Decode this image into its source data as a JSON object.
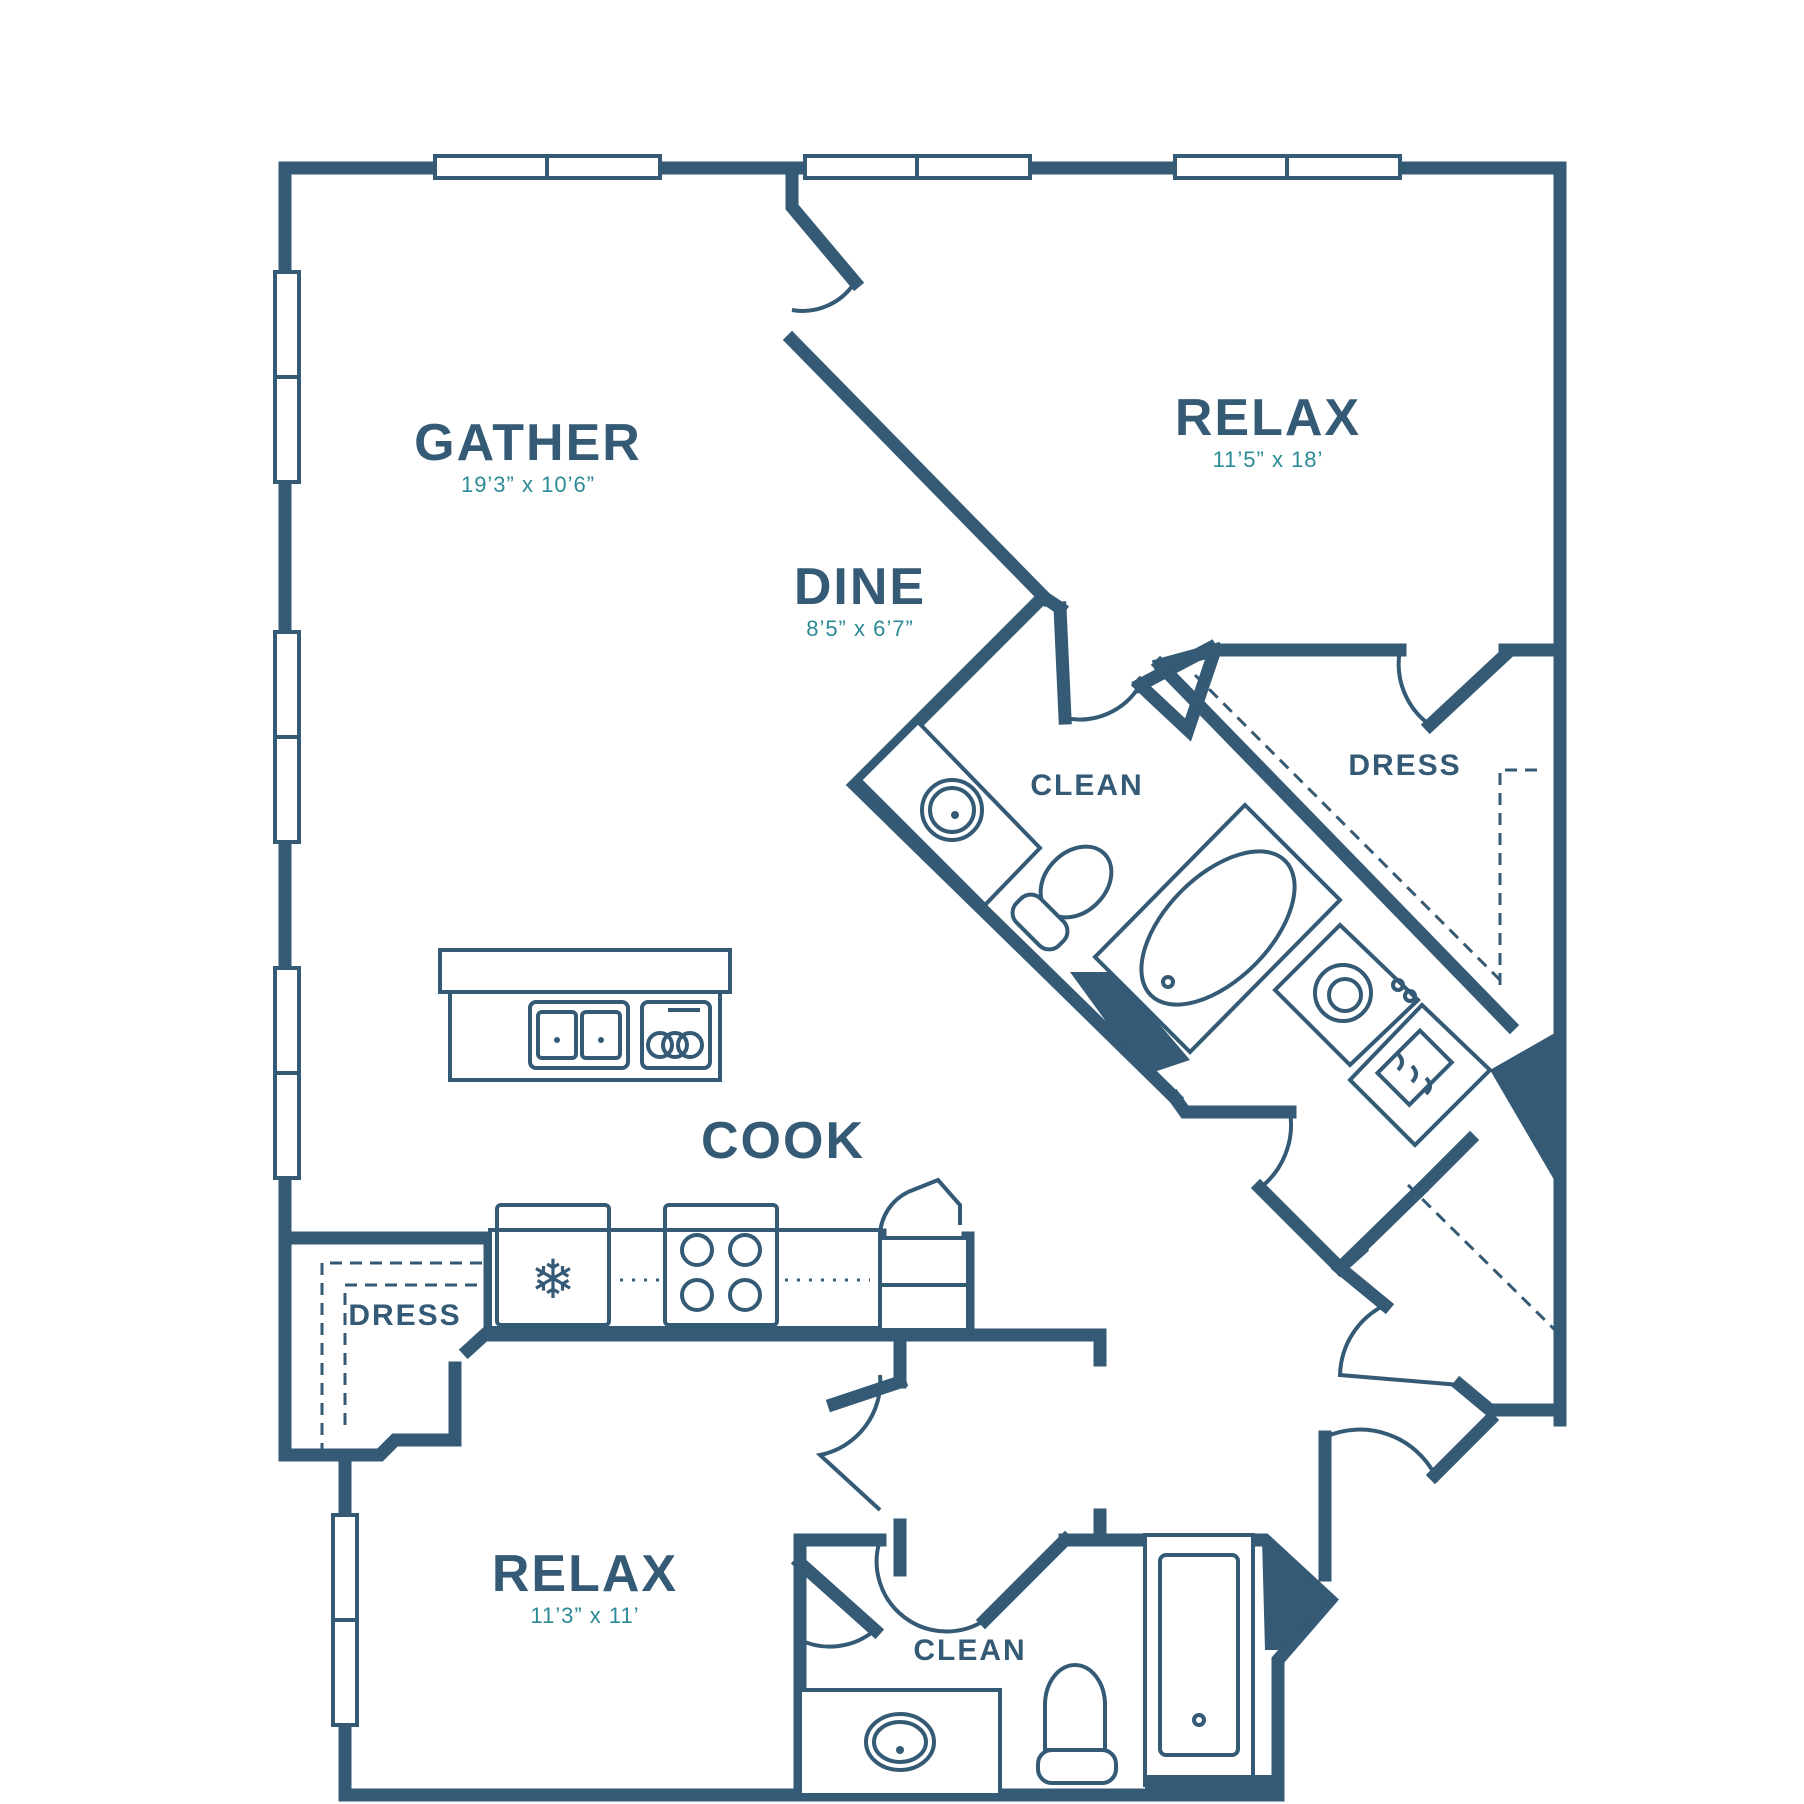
{
  "colors": {
    "wall": "#345a75",
    "dimension": "#2c8a96",
    "background": "#ffffff"
  },
  "rooms": {
    "gather": {
      "name": "GATHER",
      "dim": "19’3” x 10’6”"
    },
    "relax_main": {
      "name": "RELAX",
      "dim": "11’5” x 18’"
    },
    "dine": {
      "name": "DINE",
      "dim": "8’5” x 6’7”"
    },
    "clean_upper": {
      "name": "CLEAN"
    },
    "dress_upper": {
      "name": "DRESS"
    },
    "cook": {
      "name": "COOK"
    },
    "dress_lower": {
      "name": "DRESS"
    },
    "relax_second": {
      "name": "RELAX",
      "dim": "11’3” x 11’"
    },
    "clean_lower": {
      "name": "CLEAN"
    }
  },
  "icons": [
    "window",
    "door-swing",
    "sink",
    "toilet",
    "bathtub",
    "washer",
    "dryer",
    "dishwasher",
    "refrigerator",
    "stove",
    "shelf"
  ]
}
